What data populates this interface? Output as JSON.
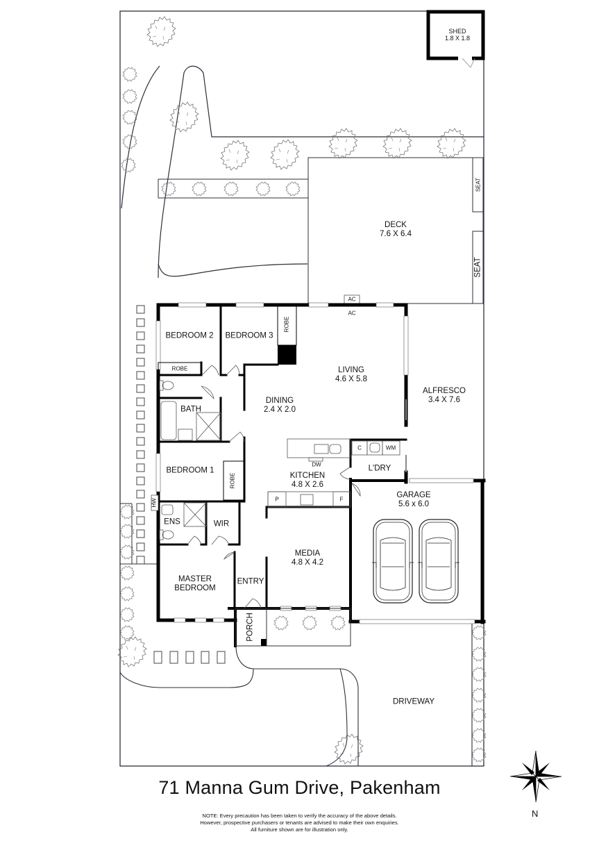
{
  "title": "71 Manna Gum Drive, Pakenham",
  "note": {
    "line1": "NOTE: Every precaution has been taken to verify the accuracy of the above details.",
    "line2": "However, prospective purchasers or tenants are advised to make their own enquiries.",
    "line3": "All furniture shown are for illustration only."
  },
  "compass": {
    "label": "N"
  },
  "rooms": {
    "shed": {
      "name": "SHED",
      "size": "1.8 X 1.8"
    },
    "deck": {
      "name": "DECK",
      "size": "7.6 X 6.4"
    },
    "seat_upper": {
      "name": "SEAT"
    },
    "seat_lower": {
      "name": "SEAT"
    },
    "ac_outer": {
      "name": "AC"
    },
    "ac_inner": {
      "name": "AC"
    },
    "bedroom2": {
      "name": "BEDROOM 2"
    },
    "bedroom3": {
      "name": "BEDROOM 3"
    },
    "robe_b3": {
      "name": "ROBE"
    },
    "robe_b2": {
      "name": "ROBE"
    },
    "living": {
      "name": "LIVING",
      "size": "4.6 X 5.8"
    },
    "dining": {
      "name": "DINING",
      "size": "2.4 X 2.0"
    },
    "alfresco": {
      "name": "ALFRESCO",
      "size": "3.4 X 7.6"
    },
    "bath": {
      "name": "BATH"
    },
    "bedroom1": {
      "name": "BEDROOM 1"
    },
    "robe_b1": {
      "name": "ROBE"
    },
    "kitchen": {
      "name": "KITCHEN",
      "size": "4.8 X 2.6"
    },
    "dw": {
      "name": "DW"
    },
    "pantry": {
      "name": "P"
    },
    "fridge": {
      "name": "F"
    },
    "cupboard": {
      "name": "C"
    },
    "wm": {
      "name": "WM"
    },
    "laundry": {
      "name": "L'DRY"
    },
    "garage": {
      "name": "GARAGE",
      "size": "5.6 x 6.0"
    },
    "hw": {
      "name": "HW"
    },
    "ens": {
      "name": "ENS"
    },
    "wir": {
      "name": "WIR"
    },
    "master": {
      "name": "MASTER",
      "name2": "BEDROOM"
    },
    "entry": {
      "name": "ENTRY"
    },
    "media": {
      "name": "MEDIA",
      "size": "4.8 X 4.2"
    },
    "porch": {
      "name": "PORCH"
    },
    "driveway": {
      "name": "DRIVEWAY"
    }
  },
  "colors": {
    "wall": "#000000",
    "line": "#2b2f3a",
    "fixture": "#666666",
    "window": "#ffffff"
  }
}
